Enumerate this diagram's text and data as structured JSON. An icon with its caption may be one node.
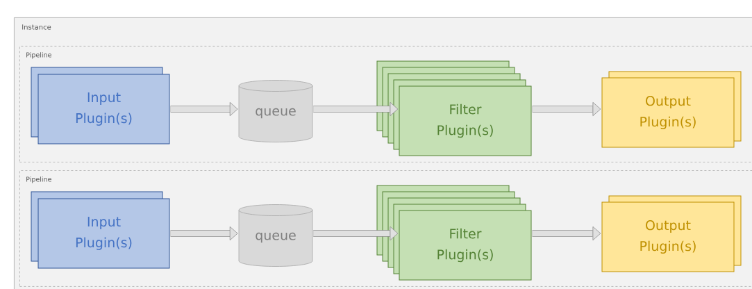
{
  "diagram": {
    "nodes": [
      {
        "text": [
          "Instance"
        ]
      },
      {
        "text": [
          "Pipeline"
        ],
        "in": 0
      },
      {
        "text": [
          "Input Plugin(s)"
        ],
        "in": 1
      },
      {
        "text": [
          "queue"
        ],
        "in": 1
      },
      {
        "text": [
          "Filter Plugin(s)"
        ],
        "in": 1
      },
      {
        "text": [
          "Output Plugin(s)"
        ],
        "in": 1
      },
      {
        "text": [
          "Pipeline"
        ],
        "in": 0
      },
      {
        "text": [
          "Input Plugin(s)"
        ],
        "in": 6
      },
      {
        "text": [
          "queue"
        ],
        "in": 6
      },
      {
        "text": [
          "Filter Plugin(s)"
        ],
        "in": 6
      },
      {
        "text": [
          "Output Plugin(s)"
        ],
        "in": 6
      }
    ],
    "edges": [
      {
        "from": 2,
        "to": 3,
        "arrow": "to"
      },
      {
        "from": 3,
        "to": 4,
        "arrow": "to"
      },
      {
        "from": 4,
        "to": 5,
        "arrow": "to"
      },
      {
        "from": 7,
        "to": 8,
        "arrow": "to"
      },
      {
        "from": 8,
        "to": 9,
        "arrow": "to"
      },
      {
        "from": 9,
        "to": 10,
        "arrow": "to"
      }
    ]
  }
}
